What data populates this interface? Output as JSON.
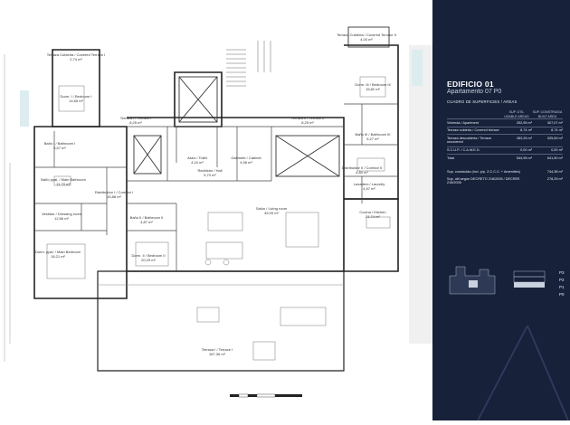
{
  "panel": {
    "title": "EDIFICIO 01",
    "subtitle": "Apartamento 07 P0",
    "section": "CUADRO DE SUPERFICIES / AREAS",
    "col_useful": "SUP. ÚTIL\nUSABLE AREAS",
    "col_built": "SUP. CONSTRUIDA\nBUILT AREA",
    "rows": [
      {
        "label": "Vivienda / Apartment",
        "useful": "252,95 m²",
        "built": "307,07 m²"
      },
      {
        "label": "Terraza cubierta / Covered terrace",
        "useful": "8,74 m²",
        "built": "8,74 m²"
      },
      {
        "label": "Terraza descubierta / Terrace uncovered",
        "useful": "283,26 m²",
        "built": "325,69 m²"
      },
      {
        "label": "S.C.U.P. / C.A.W.E.D.",
        "useful": "0,00 m²",
        "built": "0,00 m²"
      },
      {
        "label": "Total",
        "useful": "544,95 m²",
        "built": "641,50 m²"
      }
    ],
    "extras": [
      {
        "label": "Sup. construida (Incl. p/p. Z.C.C.C. + Amenities)",
        "value": "744,38 m²"
      },
      {
        "label": "Sup. útil según DECRETO 218/2005 / DECREE 218/2005",
        "value": "278,25 m²"
      }
    ],
    "levels": [
      "P3",
      "P2",
      "P1",
      "P0"
    ],
    "accent": "#17213a"
  },
  "rooms": [
    {
      "label": "Terraza Cubierta / Covered Terrace II",
      "area": "4,00 m²"
    },
    {
      "label": "Terraza Cubierta / Covered Terrace I",
      "area": "2,74 m²"
    },
    {
      "label": "Dorm. I / Bedroom I",
      "area": "14,65 m²"
    },
    {
      "label": "Dorm. III / Bedroom III",
      "area": "15,82 m²"
    },
    {
      "label": "Terraza I / Terrace I",
      "area": "8,25 m²"
    },
    {
      "label": "Terraza II / Terrace II",
      "area": "8,25 m²"
    },
    {
      "label": "Baño I / Bathroom I",
      "area": "5,57 m²"
    },
    {
      "label": "Baño III / Bathroom III",
      "area": "5,27 m²"
    },
    {
      "label": "Aseo / Toilet",
      "area": "4,24 m²"
    },
    {
      "label": "Recibidor / Hall",
      "area": "5,70 m²"
    },
    {
      "label": "Gabinete / Cabinet",
      "area": "4,98 m²"
    },
    {
      "label": "Distribuidor II / Corridor II",
      "area": "4,80 m²"
    },
    {
      "label": "Baño ppal. / Main Bathroom",
      "area": "11,70 m²"
    },
    {
      "label": "Distribuidor I / Corridor I",
      "area": "15,88 m²"
    },
    {
      "label": "Baño II / Bathroom II",
      "area": "4,87 m²"
    },
    {
      "label": "Salón / Living room",
      "area": "45,09 m²"
    },
    {
      "label": "Lavadero / Laundry",
      "area": "4,57 m²"
    },
    {
      "label": "Vestidor / Dressing room",
      "area": "12,66 m²"
    },
    {
      "label": "Cocina / Kitchen",
      "area": "21,74 m²"
    },
    {
      "label": "Dorm. ppal. / Main Bedroom",
      "area": "18,21 m²"
    },
    {
      "label": "Dorm. II / Bedroom II",
      "area": "20,29 m²"
    },
    {
      "label": "Terraza I / Terrace I",
      "area": "167,36 m²"
    }
  ]
}
